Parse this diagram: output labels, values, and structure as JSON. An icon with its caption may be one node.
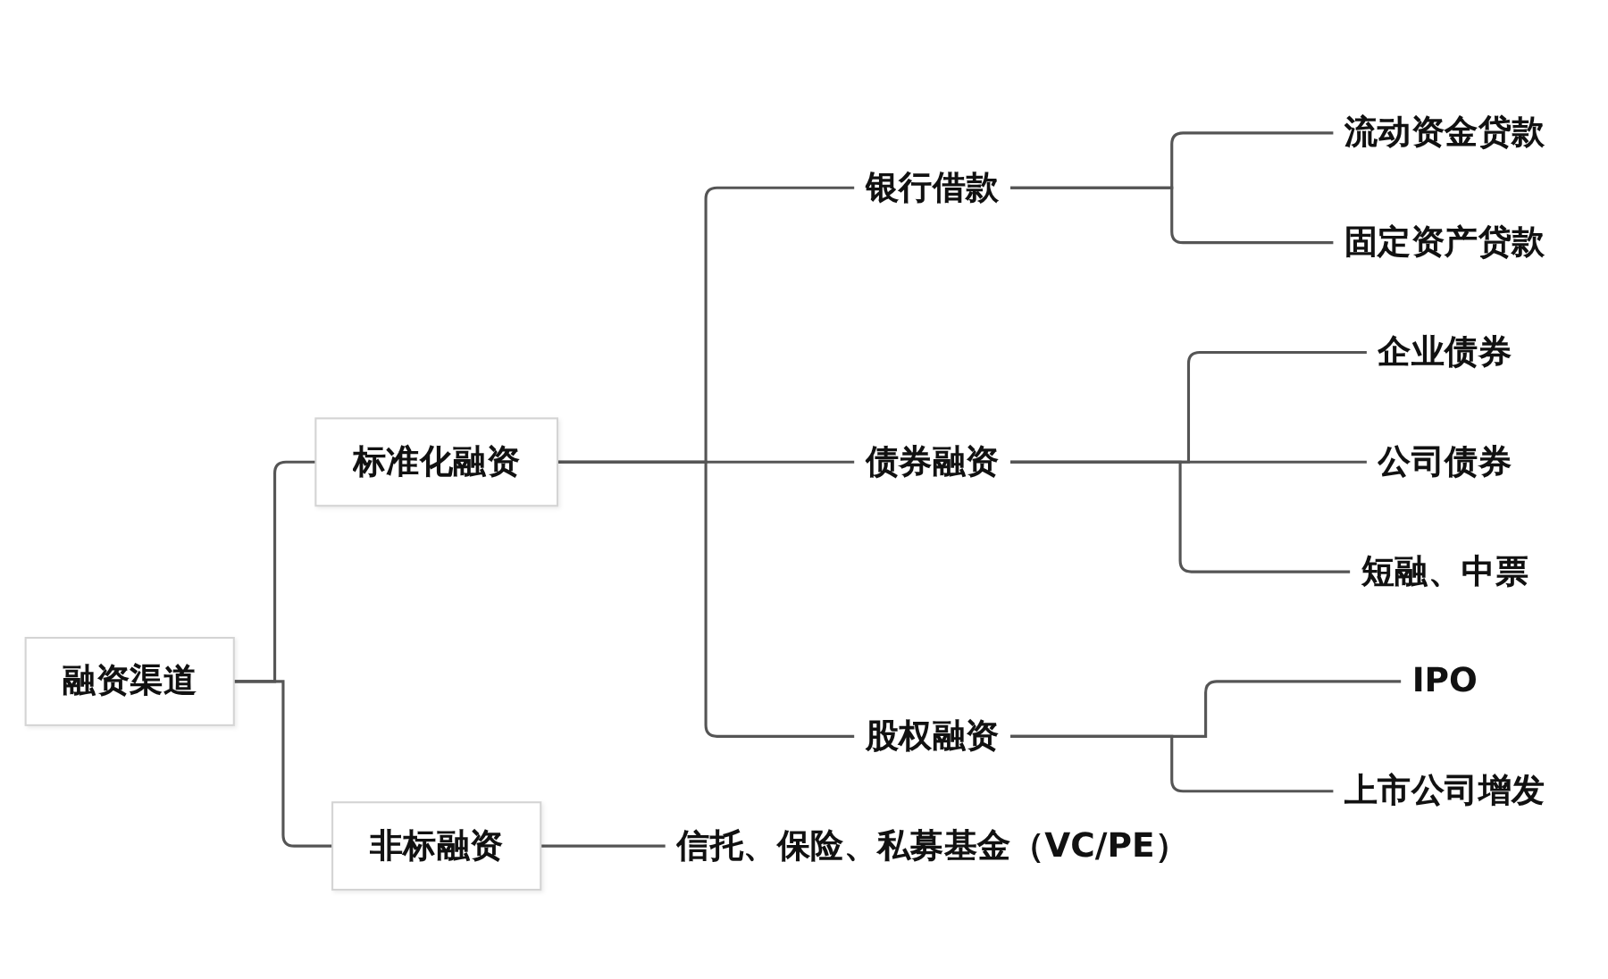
{
  "diagram": {
    "nodes": [
      {
        "text": [
          "融资渠道"
        ]
      },
      {
        "text": [
          "标准化融资"
        ]
      },
      {
        "text": [
          "银行借款"
        ]
      },
      {
        "text": [
          "流动资金贷款"
        ]
      },
      {
        "text": [
          "固定资产贷款"
        ]
      },
      {
        "text": [
          "债券融资"
        ]
      },
      {
        "text": [
          "企业债券"
        ]
      },
      {
        "text": [
          "公司债券"
        ]
      },
      {
        "text": [
          "短融、中票"
        ]
      },
      {
        "text": [
          "股权融资"
        ]
      },
      {
        "text": [
          "IPO"
        ]
      },
      {
        "text": [
          "上市公司增发"
        ]
      },
      {
        "text": [
          "非标融资"
        ]
      },
      {
        "text": [
          "信托、保险、私募基金（VC/PE）"
        ]
      }
    ],
    "edges": [
      {
        "from": 0,
        "to": 1,
        "arrow": "none"
      },
      {
        "from": 0,
        "to": 12,
        "arrow": "none"
      },
      {
        "from": 1,
        "to": 2,
        "arrow": "none"
      },
      {
        "from": 1,
        "to": 5,
        "arrow": "none"
      },
      {
        "from": 1,
        "to": 9,
        "arrow": "none"
      },
      {
        "from": 2,
        "to": 3,
        "arrow": "none"
      },
      {
        "from": 2,
        "to": 4,
        "arrow": "none"
      },
      {
        "from": 5,
        "to": 6,
        "arrow": "none"
      },
      {
        "from": 5,
        "to": 7,
        "arrow": "none"
      },
      {
        "from": 5,
        "to": 8,
        "arrow": "none"
      },
      {
        "from": 9,
        "to": 10,
        "arrow": "none"
      },
      {
        "from": 9,
        "to": 11,
        "arrow": "none"
      },
      {
        "from": 12,
        "to": 13,
        "arrow": "none"
      }
    ]
  }
}
